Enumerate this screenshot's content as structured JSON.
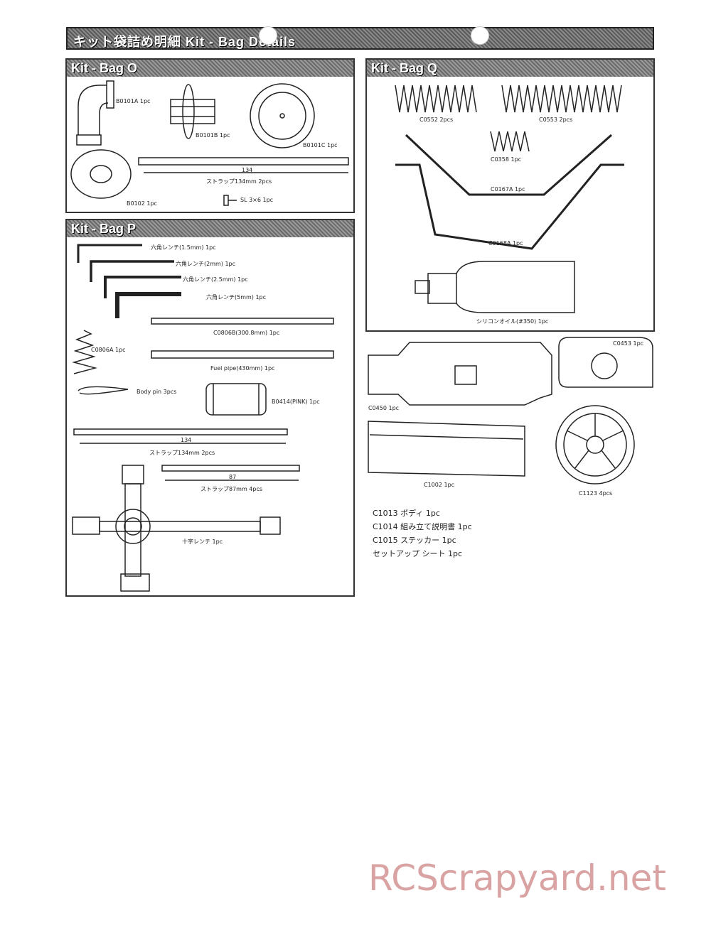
{
  "header": {
    "title": "キット袋詰め明細 Kit - Bag Details"
  },
  "panel_o": {
    "title": "Kit - Bag O",
    "labels": {
      "b0101a": "B0101A 1pc",
      "b0101b": "B0101B 1pc",
      "b0101c": "B0101C 1pc",
      "b0102": "B0102 1pc",
      "dim134": "134",
      "strap": "ストラップ134mm 2pcs",
      "screw": "SL 3×6 1pc"
    }
  },
  "panel_p": {
    "title": "Kit - Bag P",
    "labels": {
      "hex15": "六角レンチ(1.5mm) 1pc",
      "hex2": "六角レンチ(2mm) 1pc",
      "hex25": "六角レンチ(2.5mm) 1pc",
      "hex5": "六角レンチ(5mm) 1pc",
      "c0806b": "C0806B(300.8mm) 1pc",
      "c0806a": "C0806A 1pc",
      "fuel": "Fuel pipe(430mm) 1pc",
      "bodypin": "Body pin 3pcs",
      "b0414": "B0414(PINK) 1pc",
      "dim134": "134",
      "strap134": "ストラップ134mm 2pcs",
      "dim87": "87",
      "strap87": "ストラップ87mm 4pcs",
      "crosswrench": "十字レンチ 1pc"
    }
  },
  "panel_q": {
    "title": "Kit - Bag Q",
    "labels": {
      "c0552": "C0552 2pcs",
      "c0553": "C0553 2pcs",
      "c0358": "C0358 1pc",
      "c0167a": "C0167A 1pc",
      "c0168a": "C0168A 1pc",
      "oil": "シリコンオイル(#350) 1pc"
    }
  },
  "loose": {
    "c0453": "C0453 1pc",
    "c0450": "C0450 1pc",
    "c1002": "C1002 1pc",
    "c1123": "C1123 4pcs",
    "c1013": "C1013 ボディ 1pc",
    "c1014": "C1014 組み立て説明書 1pc",
    "c1015": "C1015 ステッカー 1pc",
    "setup": "セットアップ シート 1pc"
  },
  "watermark": "RCScrapyard.net"
}
